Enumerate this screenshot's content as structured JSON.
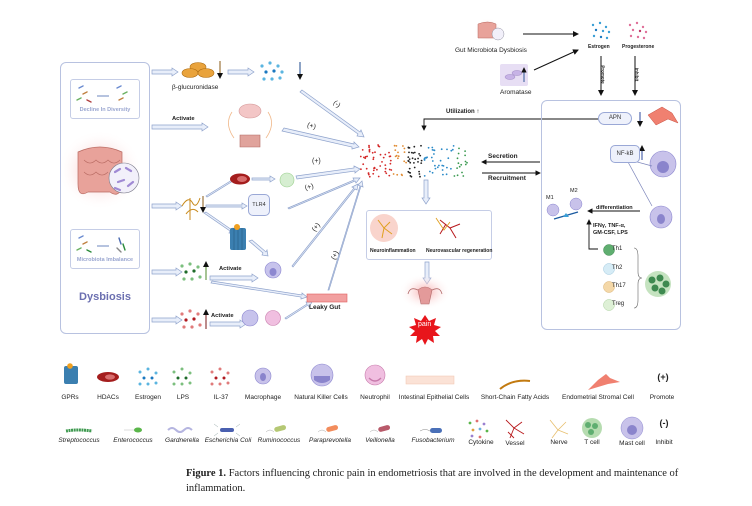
{
  "figure": {
    "dysbiosis_panel": {
      "title": "Dysbiosis",
      "decline_label": "Decline In Diversity",
      "imbalance_label": "Microbiota Imbalance"
    },
    "left_pathways": {
      "beta_glucuronidase": "β-glucuronidase",
      "activate_1": "Activate",
      "activate_2": "Activate",
      "activate_3": "Activate",
      "tlr4": "TLR4",
      "leaky_gut": "Leaky Gut",
      "signs": [
        "(-)",
        "(+)",
        "(+)",
        "(+)",
        "(+)",
        "(+)"
      ]
    },
    "center": {
      "neuroinflammation": "Neuroinflammation",
      "neurovascular": "Neurovascular regeneration",
      "pain": "pain"
    },
    "hormones": {
      "gut_dysbiosis": "Gut Microbiota Dysbiosis",
      "aromatase": "Aromatase",
      "estrogen": "Estrogen",
      "progesterone": "Progesterone",
      "promote": "Promote",
      "inhibit": "Inhibit"
    },
    "right_panel": {
      "utilization": "Utilization",
      "apn": "APN",
      "nfkb": "NF-kB",
      "secretion": "Secretion",
      "recruitment": "Recruitment",
      "m1": "M1",
      "m2": "M2",
      "differentiation": "differentiation",
      "cytokines_line1": "IFNγ, TNF-α,",
      "cytokines_line2": "GM-CSF, LPS",
      "t_cells": [
        "Th1",
        "Th2",
        "Th17",
        "Treg"
      ]
    },
    "colors": {
      "arrow_fill": "#e8eefa",
      "arrow_stroke": "#8fa3cc",
      "panel_border": "#b8c2e0",
      "dysbiosis_text": "#6b6fb0",
      "pain_red": "#e8151b",
      "estrogen_blue": "#3a9fd6",
      "lps_green": "#2e8b3e",
      "il37_red": "#c8202a",
      "progesterone_pink": "#e0709a"
    }
  },
  "legend": {
    "row1": [
      {
        "icon": "gpr-icon",
        "label": "GPRs"
      },
      {
        "icon": "hdac-icon",
        "label": "HDACs"
      },
      {
        "icon": "estrogen-icon",
        "label": "Estrogen"
      },
      {
        "icon": "lps-icon",
        "label": "LPS"
      },
      {
        "icon": "il37-icon",
        "label": "IL-37"
      },
      {
        "icon": "macrophage-icon",
        "label": "Macrophage"
      },
      {
        "icon": "nk-cell-icon",
        "label": "Natural Killer Cells"
      },
      {
        "icon": "neutrophil-icon",
        "label": "Neutrophil"
      },
      {
        "icon": "epithelial-icon",
        "label": "Intestinal Epithelial Cells"
      },
      {
        "icon": "scfa-icon",
        "label": "Short-Chain Fatty Acids"
      },
      {
        "icon": "stromal-cell-icon",
        "label": "Endometrial Stromal Cell"
      },
      {
        "icon": "promote-icon",
        "label": "Promote",
        "symbol": "(+)"
      }
    ],
    "row2": [
      {
        "icon": "streptococcus-icon",
        "label": "Streptococcus",
        "italic": true
      },
      {
        "icon": "enterococcus-icon",
        "label": "Enterococcus",
        "italic": true
      },
      {
        "icon": "gardnerella-icon",
        "label": "Gardnerella",
        "italic": true
      },
      {
        "icon": "ecoli-icon",
        "label": "Escherichia Coli",
        "italic": true
      },
      {
        "icon": "ruminococcus-icon",
        "label": "Ruminococcus",
        "italic": true
      },
      {
        "icon": "paraprevotella-icon",
        "label": "Paraprevotella",
        "italic": true
      },
      {
        "icon": "veillonella-icon",
        "label": "Veillonella",
        "italic": true
      },
      {
        "icon": "fusobacterium-icon",
        "label": "Fusobacterium",
        "italic": true
      },
      {
        "icon": "cytokine-icon",
        "label": "Cytokine"
      },
      {
        "icon": "vessel-icon",
        "label": "Vessel"
      },
      {
        "icon": "nerve-icon",
        "label": "Nerve"
      },
      {
        "icon": "t-cell-icon",
        "label": "T cell"
      },
      {
        "icon": "mast-cell-icon",
        "label": "Mast cell"
      },
      {
        "icon": "inhibit-icon",
        "label": "Inhibit",
        "symbol": "(-)"
      }
    ]
  },
  "caption": {
    "label": "Figure 1.",
    "text": " Factors influencing chronic pain in endometriosis that are involved in the development and maintenance of inflammation."
  }
}
